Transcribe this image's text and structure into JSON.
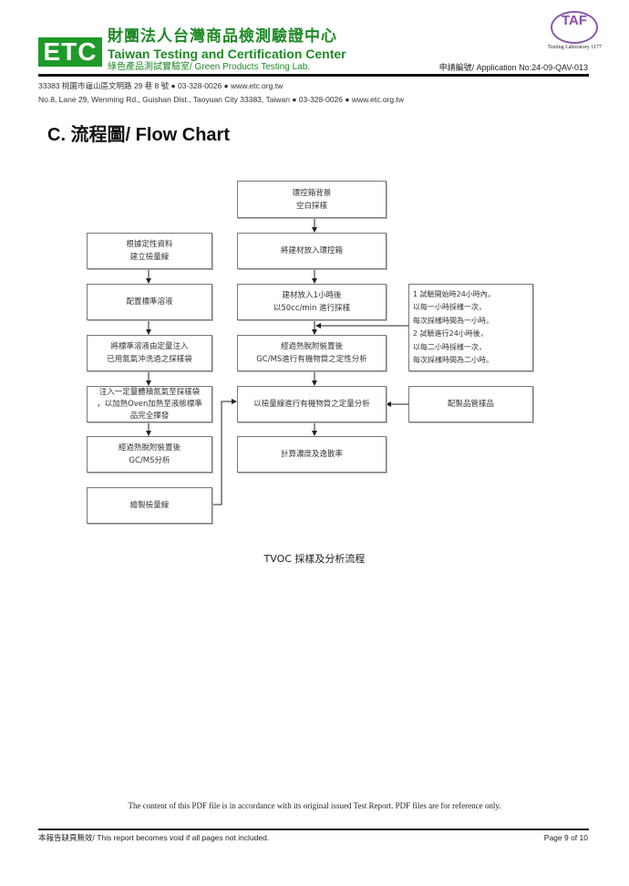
{
  "header": {
    "logo_text": "ETC",
    "org_cn": "財團法人台灣商品檢測驗證中心",
    "org_en": "Taiwan Testing and Certification Center",
    "lab": "綠色產品測試實驗室/ Green Products Testing Lab.",
    "taf_logo": "TAF",
    "taf_sub": "Testing Laboratory 1177",
    "application_no": "申請編號/ Application  No:24-09-QAV-013",
    "address_cn": "33383 桃園市龜山區文明路 29 巷 8 號 ● 03-328-0026 ● www.etc.org.tw",
    "address_en": "No.8, Lane 29, Wenming Rd., Guishan Dist., Taoyuan City 33383, Taiwan ● 03-328-0026 ● www.etc.org.tw"
  },
  "section_title": "C.  流程圖/ Flow Chart",
  "flowchart": {
    "left": [
      "根據定性資料\n建立檢量線",
      "配置標準溶液",
      "將標準溶液由定量注入\n已用氮氣沖洗過之採樣袋",
      "注入一定量體積氮氣至採樣袋\n，以加熱Oven加熱至液態標準\n品完全揮發",
      "經過熱脫附裝置後\nGC/MS分析",
      "繪製檢量線"
    ],
    "center": [
      "環控箱背景\n空白採樣",
      "將建材放入環控箱",
      "建材放入1小時後\n以50cc/min 進行採樣",
      "經過熱脫附裝置後\nGC/MS進行有機物質之定性分析",
      "以檢量線進行有機物質之定量分析",
      "計算濃度及逸散率"
    ],
    "note": "1 試驗開始時24小時內，\n   以每一小時採樣一次，\n   每次採樣時間為一小時。\n2 試驗進行24小時後，\n   以每二小時採樣一次，\n   每次採樣時間為二小時。",
    "qc": "配製品管樣品",
    "caption": "TVOC 採樣及分析流程"
  },
  "footer": {
    "disclaimer": "The content of this PDF file is in accordance with its original issued Test Report. PDF files are for reference only.",
    "void_note": "本報告缺頁無效/ This report becomes void if all pages not included.",
    "page": "Page 9 of 10"
  }
}
